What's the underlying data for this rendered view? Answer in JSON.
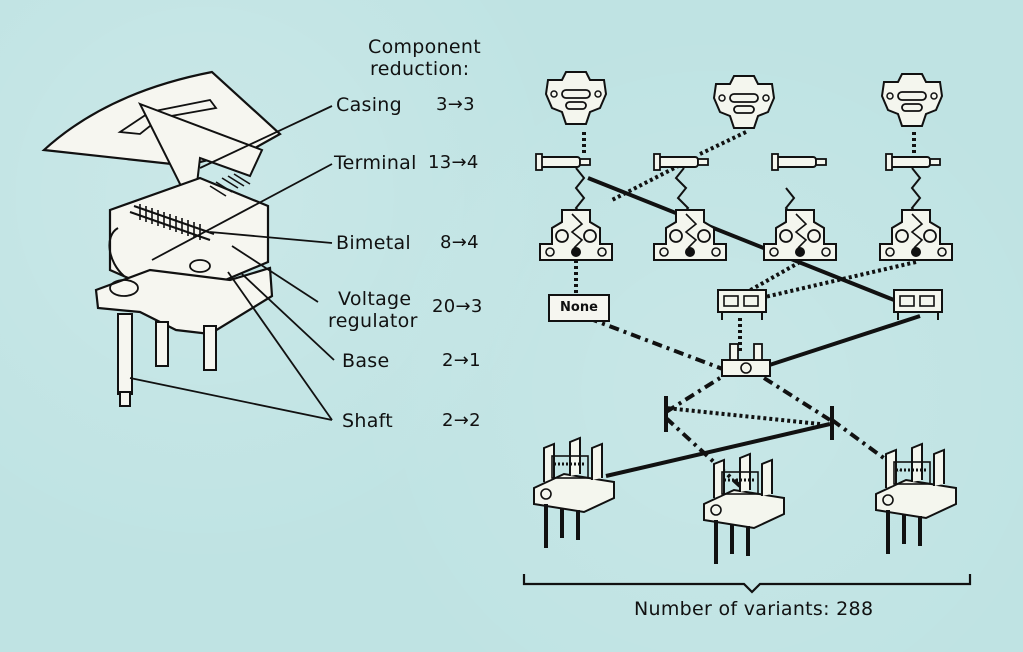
{
  "heading": {
    "line1": "Component",
    "line2": "reduction:"
  },
  "components": [
    {
      "name": "Casing",
      "reduction": "3→3"
    },
    {
      "name": "Terminal",
      "reduction": "13→4"
    },
    {
      "name": "Bimetal",
      "reduction": "8→4"
    },
    {
      "name": "Voltage",
      "name_line2": "regulator",
      "reduction": "20→3"
    },
    {
      "name": "Base",
      "reduction": "2→1"
    },
    {
      "name": "Shaft",
      "reduction": "2→2"
    }
  ],
  "none_box": "None",
  "variants_label": "Number of variants: 288",
  "colors": {
    "background": "#bfe3e3",
    "ink": "#111111",
    "part_fill": "#f4f6ee"
  }
}
